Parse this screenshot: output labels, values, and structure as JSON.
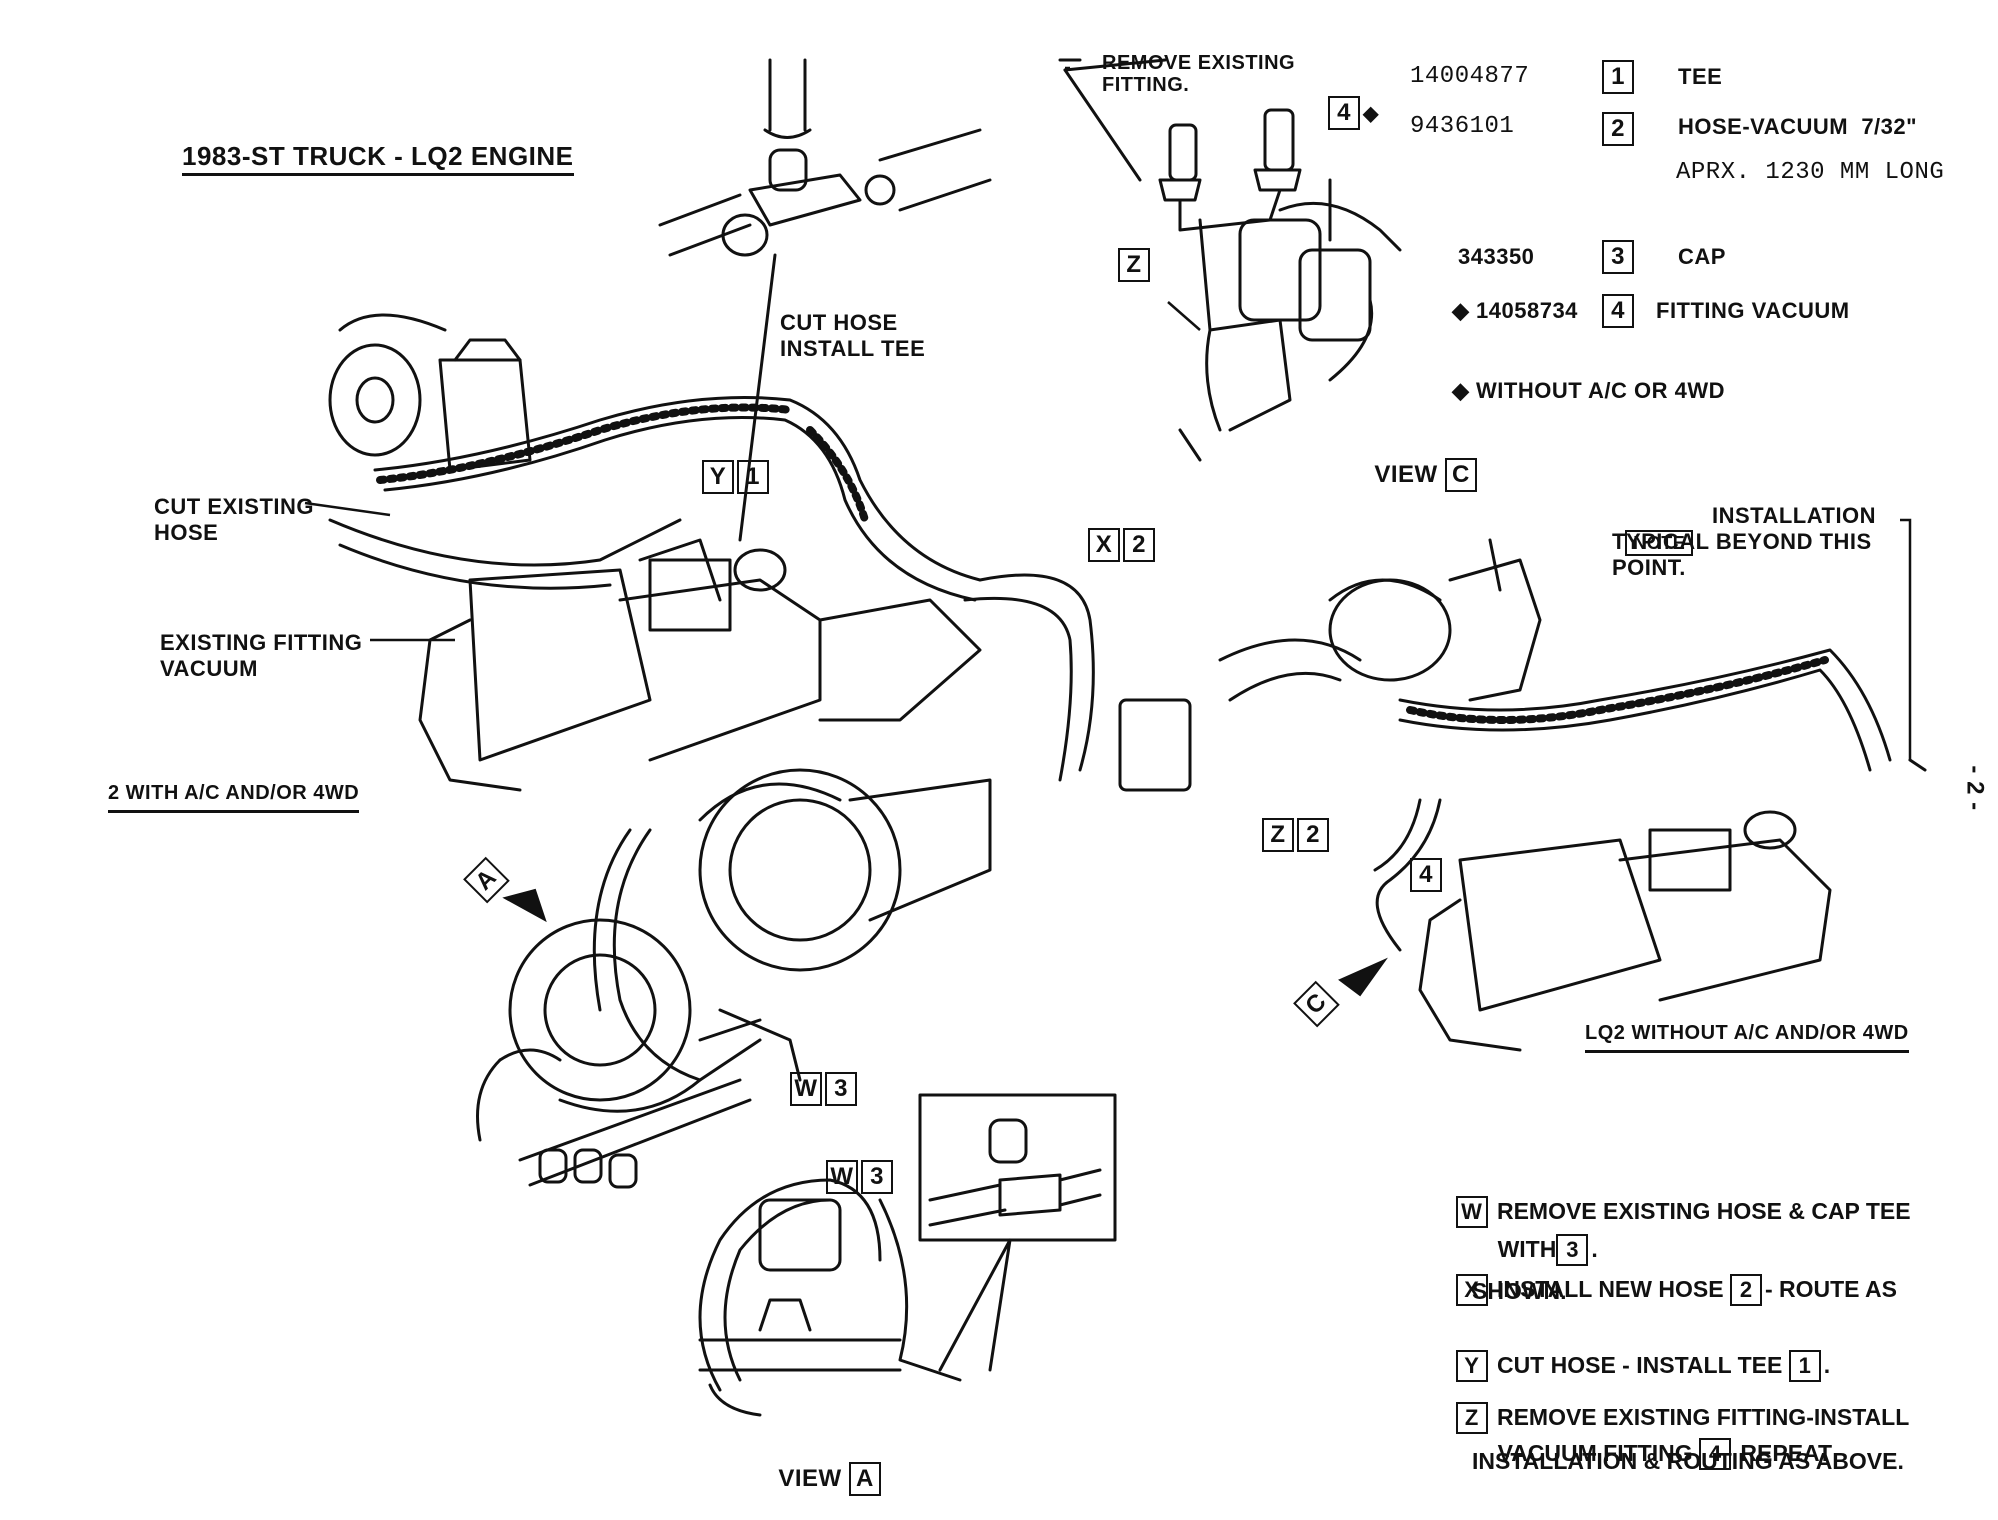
{
  "title": "1983-ST TRUCK - LQ2 ENGINE",
  "page_number": "- 2 -",
  "parts": [
    {
      "part_no": "14004877",
      "key": "1",
      "desc": "TEE",
      "desc2": ""
    },
    {
      "part_no": "9436101",
      "key": "2",
      "desc": "HOSE-VACUUM  7/32\"",
      "desc2": "APRX. 1230 MM LONG"
    },
    {
      "part_no": "343350",
      "key": "3",
      "desc": "CAP",
      "desc2": ""
    },
    {
      "part_no": "◆ 14058734",
      "key": "4",
      "desc": "FITTING VACUUM",
      "desc2": ""
    }
  ],
  "footnote": "◆ WITHOUT A/C OR 4WD",
  "callouts": {
    "remove_fitting": "REMOVE EXISTING\nFITTING.",
    "cut_hose_tee": "CUT HOSE\nINSTALL TEE",
    "cut_existing_hose": "CUT EXISTING\nHOSE",
    "existing_fitting": "EXISTING FITTING\nVACUUM",
    "with_ac": "2 WITH A/C AND/OR 4WD",
    "note_install": "INSTALLATION\nTYPICAL BEYOND THIS\nPOINT.",
    "note_word": "NOTE",
    "lq2_without": "LQ2 WITHOUT A/C AND/OR 4WD"
  },
  "view_word": "VIEW",
  "views": {
    "a": "A",
    "c": "C"
  },
  "tags": {
    "y1": [
      "Y",
      "1"
    ],
    "x2": [
      "X",
      "2"
    ],
    "w3_upper": [
      "W",
      "3"
    ],
    "w3_lower": [
      "W",
      "3"
    ],
    "z2": [
      "Z",
      "2"
    ],
    "z_view_c": "Z",
    "four_view_c": "4",
    "four_right": "4",
    "arrow_a": "A",
    "arrow_c": "C"
  },
  "notes": [
    {
      "key": "W",
      "line1": "REMOVE EXISTING HOSE & CAP TEE",
      "line2_pre": "WITH",
      "line2_box": "3",
      "line2_post": "."
    },
    {
      "key": "X",
      "line1_pre": "INSTALL NEW HOSE",
      "line1_box": "2",
      "line1_post": "- ROUTE AS",
      "line2": "SHOWN."
    },
    {
      "key": "Y",
      "line1_pre": "CUT HOSE - INSTALL TEE",
      "line1_box": "1",
      "line1_post": "."
    },
    {
      "key": "Z",
      "line1": "REMOVE EXISTING FITTING-INSTALL",
      "line2_pre": "VACUUM FITTING",
      "line2_box": "4",
      "line2_post": "REPEAT",
      "line3": "INSTALLATION & ROUTING AS ABOVE."
    }
  ]
}
